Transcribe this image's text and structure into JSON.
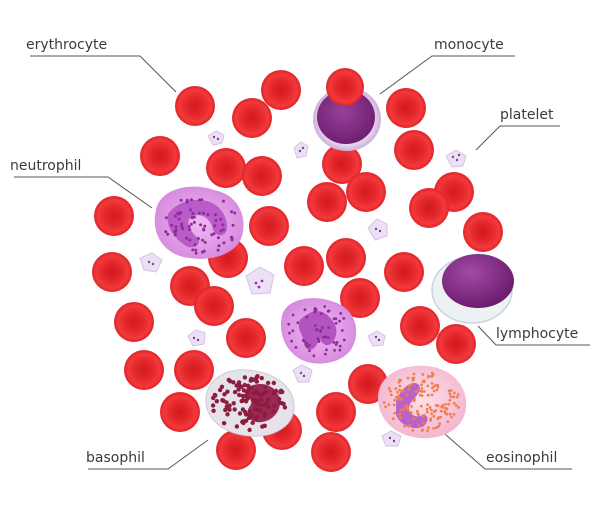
{
  "labels": {
    "erythrocyte": "erythrocyte",
    "monocyte": "monocyte",
    "platelet": "platelet",
    "neutrophil": "neutrophil",
    "lymphocyte": "lymphocyte",
    "basophil": "basophil",
    "eosinophil": "eosinophil"
  },
  "colors": {
    "erythrocyte": "#ef2a2e",
    "erythrocyte_center": "#c8161b",
    "neutrophil": "#d98fe0",
    "neutrophil_nucleus": "#b04fc0",
    "monocyte": "#a24aa4",
    "lymphocyte": "#8a2d8c",
    "basophil": "#e8e4ec",
    "basophil_granule": "#8c1d3c",
    "eosinophil": "#f7c4d8",
    "eosinophil_granule": "#f08a5c",
    "platelet": "#ece0f4",
    "leader_line": "#555555"
  }
}
